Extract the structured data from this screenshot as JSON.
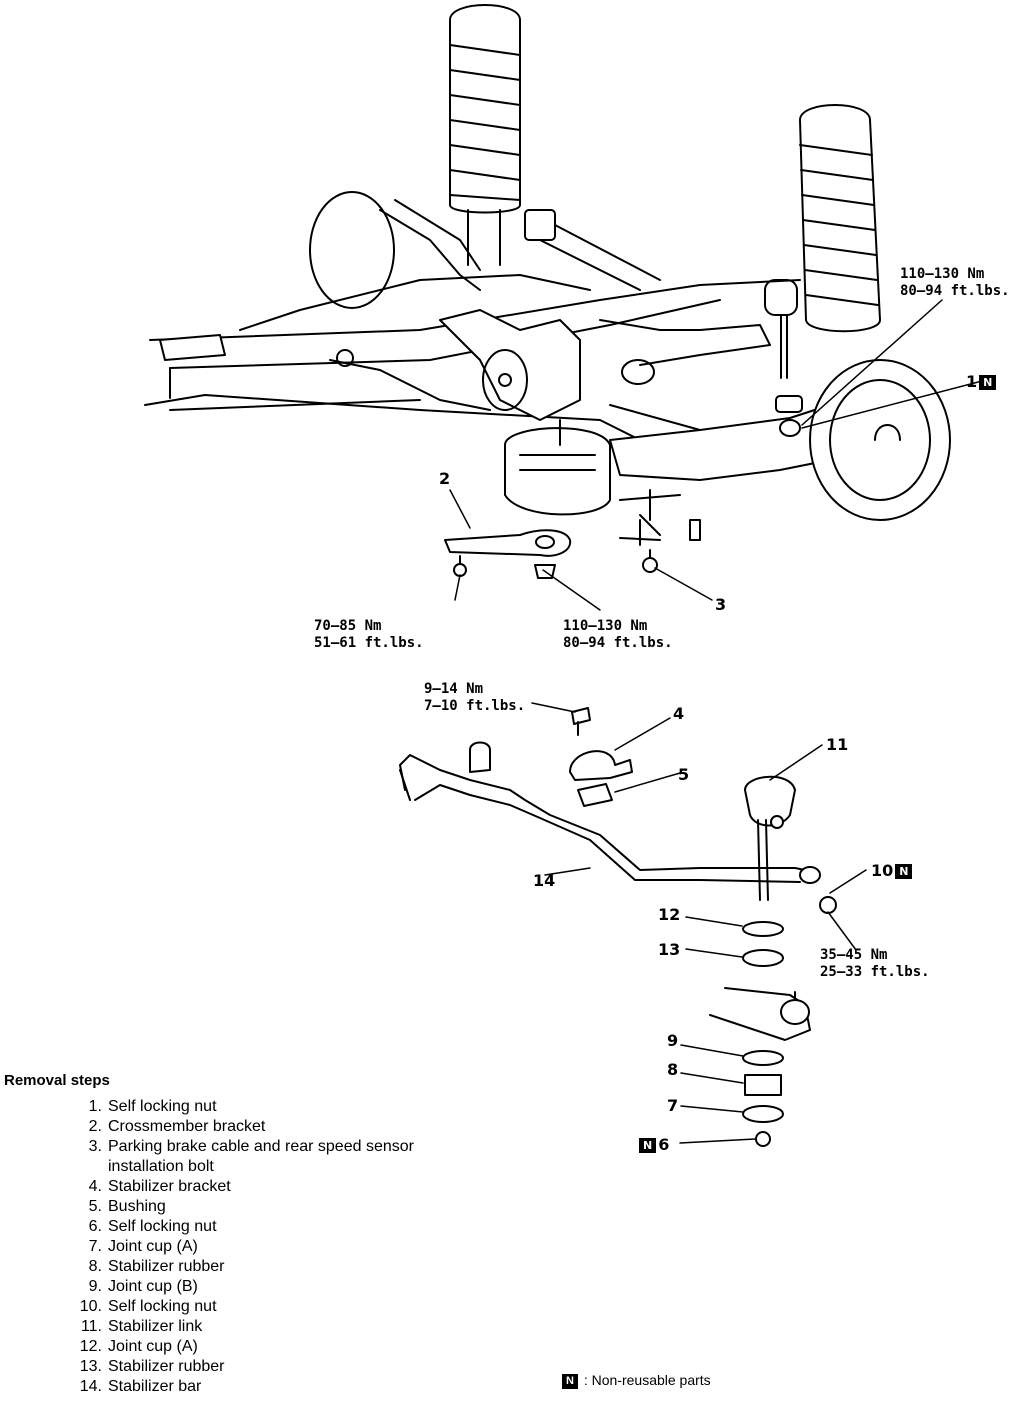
{
  "badge_text": "N",
  "callouts": [
    "1",
    "2",
    "3",
    "4",
    "5",
    "6",
    "7",
    "8",
    "9",
    "10",
    "11",
    "12",
    "13",
    "14"
  ],
  "torques": {
    "t1": [
      "110–130 Nm",
      "80–94 ft.lbs."
    ],
    "t2": [
      "70–85 Nm",
      "51–61 ft.lbs."
    ],
    "t3": [
      "110–130 Nm",
      "80–94 ft.lbs."
    ],
    "t4": [
      "9–14 Nm",
      "7–10 ft.lbs."
    ],
    "t5": [
      "35–45 Nm",
      "25–33 ft.lbs."
    ]
  },
  "removal": {
    "heading": "Removal steps",
    "steps": [
      {
        "num": "1.",
        "text": "Self locking nut"
      },
      {
        "num": "2.",
        "text": "Crossmember bracket"
      },
      {
        "num": "3.",
        "text": "Parking brake cable and rear speed sensor installation bolt"
      },
      {
        "num": "4.",
        "text": "Stabilizer bracket"
      },
      {
        "num": "5.",
        "text": "Bushing"
      },
      {
        "num": "6.",
        "text": "Self locking nut"
      },
      {
        "num": "7.",
        "text": "Joint cup (A)"
      },
      {
        "num": "8.",
        "text": "Stabilizer rubber"
      },
      {
        "num": "9.",
        "text": "Joint cup (B)"
      },
      {
        "num": "10.",
        "text": "Self locking nut"
      },
      {
        "num": "11.",
        "text": "Stabilizer link"
      },
      {
        "num": "12.",
        "text": "Joint cup (A)"
      },
      {
        "num": "13.",
        "text": "Stabilizer rubber"
      },
      {
        "num": "14.",
        "text": "Stabilizer bar"
      }
    ]
  },
  "legend": {
    "text": ": Non-reusable parts"
  }
}
